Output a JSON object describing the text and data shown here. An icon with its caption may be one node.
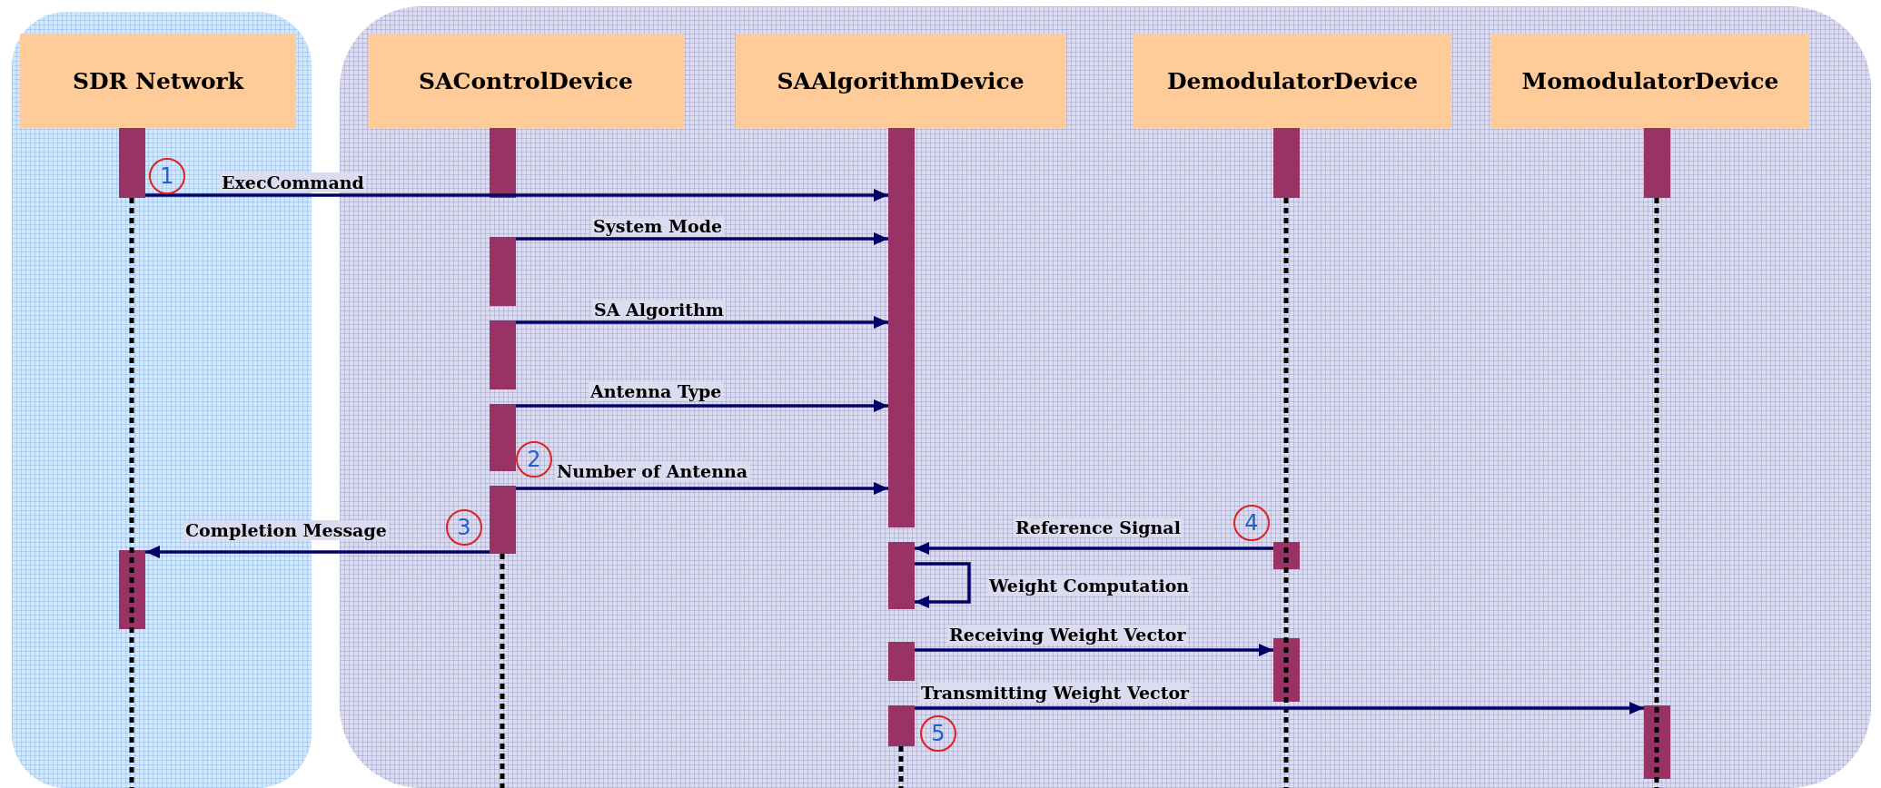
{
  "diagram": {
    "nodes": [
      {
        "text": [],
        "shape": "box"
      },
      {
        "text": [],
        "shape": "box"
      },
      {
        "text": [
          "SDR Network"
        ],
        "in": 0
      },
      {
        "text": [
          "SAControlDevice"
        ],
        "in": 1
      },
      {
        "text": [
          "SAAlgorithmDevice"
        ],
        "in": 1
      },
      {
        "text": [
          "DemodulatorDevice"
        ],
        "in": 1
      },
      {
        "text": [
          "MomodulatorDevice"
        ],
        "in": 1
      },
      {
        "text": [],
        "shape": "bar",
        "in": 0
      },
      {
        "text": [],
        "shape": "bar",
        "in": 0
      },
      {
        "text": [],
        "shape": "bar",
        "in": 1
      },
      {
        "text": [],
        "shape": "bar",
        "in": 1
      },
      {
        "text": [],
        "shape": "bar",
        "in": 1
      },
      {
        "text": [],
        "shape": "bar",
        "in": 1
      },
      {
        "text": [],
        "shape": "bar",
        "in": 1
      },
      {
        "text": [],
        "shape": "bar",
        "in": 1
      },
      {
        "text": [],
        "shape": "bar",
        "in": 1
      },
      {
        "text": [],
        "shape": "bar",
        "in": 1
      },
      {
        "text": [],
        "shape": "bar",
        "in": 1
      },
      {
        "text": [],
        "shape": "bar",
        "in": 1
      },
      {
        "text": [],
        "shape": "bar",
        "in": 1
      },
      {
        "text": [],
        "shape": "bar",
        "in": 1
      },
      {
        "text": [],
        "shape": "bar",
        "in": 1
      },
      {
        "text": [],
        "shape": "bar",
        "in": 1
      }
    ],
    "edges": [
      {
        "from": 7,
        "to": 14,
        "arrow": "to",
        "label": "ExecCommand"
      },
      {
        "from": 10,
        "to": 14,
        "arrow": "to",
        "label": "System Mode"
      },
      {
        "from": 11,
        "to": 14,
        "arrow": "to",
        "label": "SA Algorithm"
      },
      {
        "from": 12,
        "to": 14,
        "arrow": "to",
        "label": "Antenna Type"
      },
      {
        "from": 13,
        "to": 14,
        "arrow": "to",
        "label": "Number of Antenna"
      },
      {
        "from": 13,
        "to": 8,
        "arrow": "to",
        "label": "Completion Message"
      },
      {
        "from": 19,
        "to": 15,
        "arrow": "to",
        "label": "Reference Signal"
      },
      {
        "from": 15,
        "to": 15,
        "arrow": "to",
        "label": "Weight Computation"
      },
      {
        "from": 16,
        "to": 20,
        "arrow": "to",
        "label": "Receiving Weight Vector"
      },
      {
        "from": 17,
        "to": 22,
        "arrow": "to",
        "label": "Transmitting Weight Vector"
      }
    ],
    "labels": [
      "1",
      "2",
      "3",
      "4",
      "5"
    ]
  }
}
